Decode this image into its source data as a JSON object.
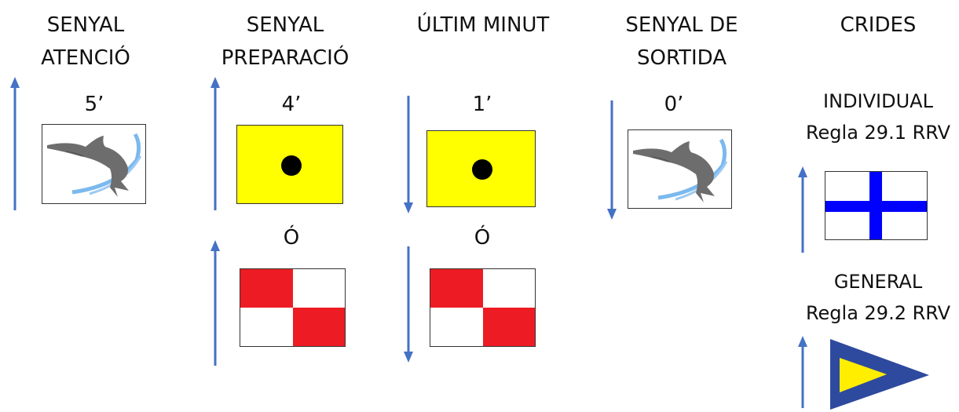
{
  "columns": [
    {
      "title_line1": "SENYAL",
      "title_line2": "ATENCIÓ",
      "time": "5’",
      "arrow": "up",
      "flag": "class-flag"
    },
    {
      "title_line1": "SENYAL",
      "title_line2": "PREPARACIÓ",
      "time": "4’",
      "arrow": "up",
      "flag": "p-flag",
      "or_label": "Ó",
      "alt_flag": "u-flag"
    },
    {
      "title_line1": "ÚLTIM MINUT",
      "title_line2": "",
      "time": "1’",
      "arrow": "down",
      "flag": "p-flag",
      "or_label": "Ó",
      "alt_flag": "u-flag"
    },
    {
      "title_line1": "SENYAL DE",
      "title_line2": "SORTIDA",
      "time": "0’",
      "arrow": "down",
      "flag": "class-flag"
    }
  ],
  "recalls": {
    "title": "CRIDES",
    "individual": {
      "label_line1": "INDIVIDUAL",
      "label_line2": "Regla 29.1 RRV",
      "flag": "x-flag",
      "arrow": "up"
    },
    "general": {
      "label_line1": "GENERAL",
      "label_line2": "Regla 29.2 RRV",
      "flag": "first-substitute-pennant",
      "arrow": "up"
    }
  },
  "colors": {
    "arrow": "#4472c4",
    "p_flag_yellow": "#ffff00",
    "u_flag_red": "#ed1c24",
    "x_flag_blue": "#0000ff",
    "pennant_blue": "#2e4a9e",
    "pennant_yellow": "#ffee00",
    "dolphin_grey": "#6d6d6d",
    "swoosh_blue": "#5aa7ea"
  }
}
